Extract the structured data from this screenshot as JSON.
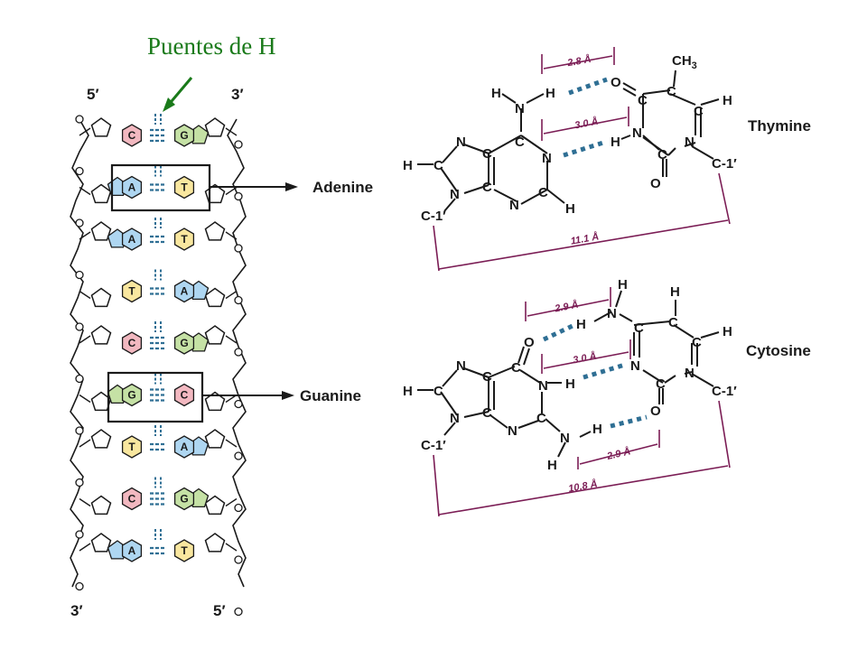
{
  "title": "Puentes de H",
  "helix": {
    "end_top_left": "5′",
    "end_top_right": "3′",
    "end_bottom_left": "3′",
    "end_bottom_right": "5′",
    "pairs": [
      {
        "left": "C",
        "right": "G"
      },
      {
        "left": "A",
        "right": "T"
      },
      {
        "left": "A",
        "right": "T"
      },
      {
        "left": "T",
        "right": "A"
      },
      {
        "left": "C",
        "right": "G"
      },
      {
        "left": "G",
        "right": "C"
      },
      {
        "left": "T",
        "right": "A"
      },
      {
        "left": "C",
        "right": "G"
      },
      {
        "left": "A",
        "right": "T"
      }
    ],
    "pointer_adenine": "Adenine",
    "pointer_guanine": "Guanine"
  },
  "at_pair": {
    "partner_label": "Thymine",
    "dist_top": "2.8 Å",
    "dist_mid": "3.0 Å",
    "dist_width": "11.1 Å",
    "ch3": "CH3",
    "c1_left": "C-1′",
    "c1_right": "C-1′"
  },
  "gc_pair": {
    "partner_label": "Cytosine",
    "dist_top": "2.9 Å",
    "dist_mid": "3.0 Å",
    "dist_bottom": "2.9 Å",
    "dist_width": "10.8 Å",
    "c1_left": "C-1′",
    "c1_right": "C-1′"
  },
  "colors": {
    "title": "#1a7a1a",
    "A": "#aed6f1",
    "T": "#f9e79f",
    "G": "#c5e1a5",
    "C": "#f2b8c0",
    "hbond": "#2f6f94",
    "dimension": "#7b1d55"
  }
}
